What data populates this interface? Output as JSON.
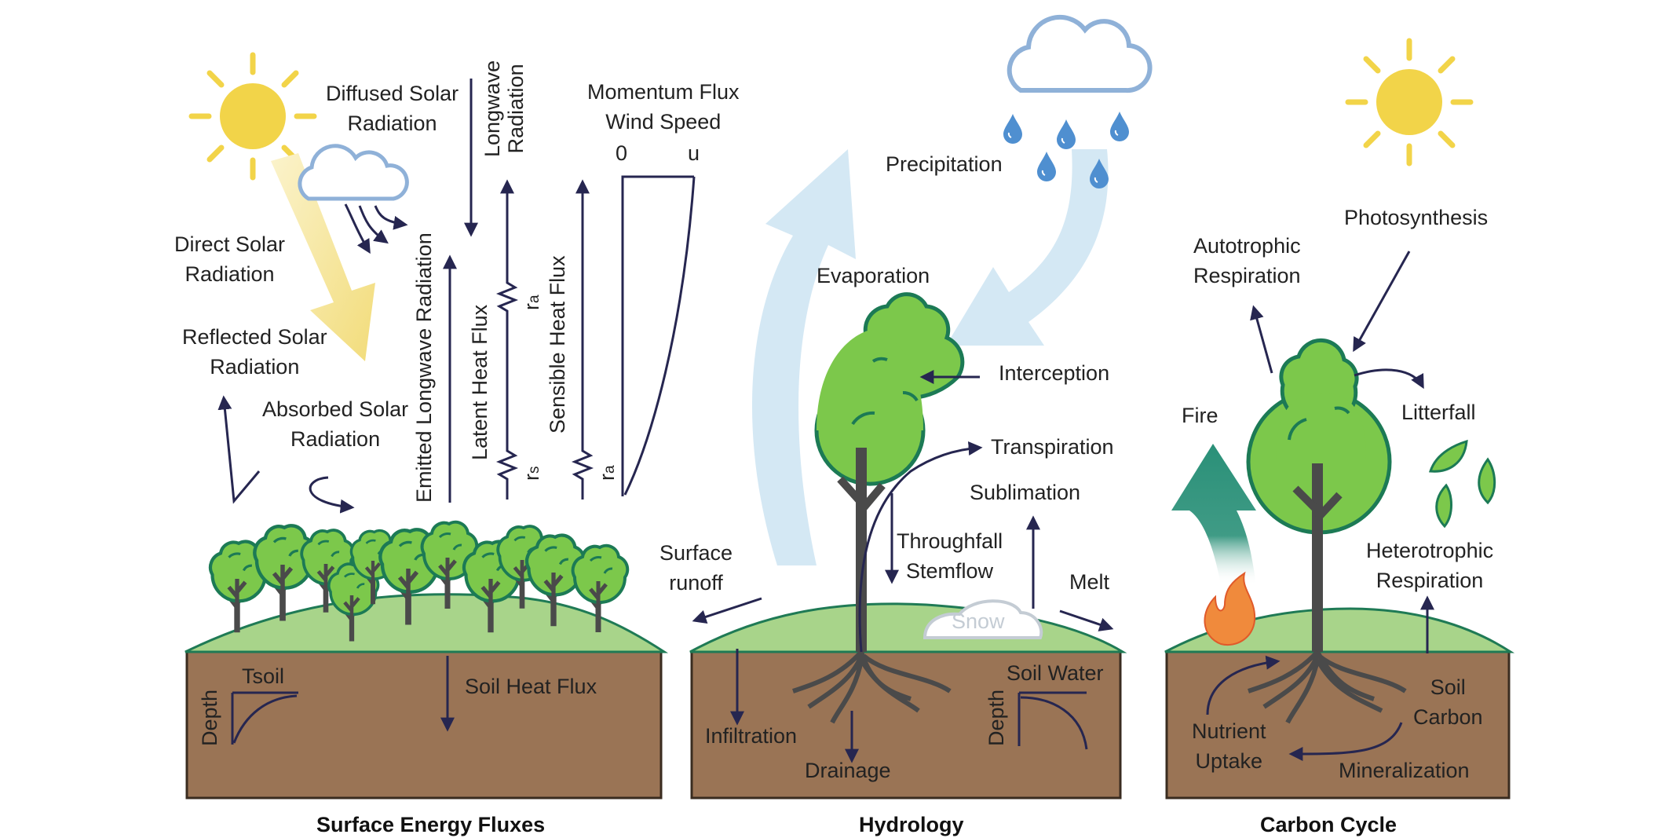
{
  "colors": {
    "soil": "#9a7455",
    "soil_border": "#3a2c20",
    "grass": "#a8d48a",
    "grass_border": "#1f7a55",
    "tree_fill": "#7cc84b",
    "tree_outline": "#1c7a55",
    "trunk": "#4a4a4a",
    "arrow": "#262650",
    "sun": "#f2d449",
    "sun_ray": "#f2d449",
    "beam": "#f4e39a",
    "cloud_outline": "#8fb1d8",
    "rain": "#4f8fd0",
    "water_arrow": "#cfe6f3",
    "fire_arrow": "#2a9078",
    "flame": "#f08a3c"
  },
  "energy": {
    "diffused_solar": [
      "Diffused Solar",
      "Radiation"
    ],
    "direct_solar": [
      "Direct Solar",
      "Radiation"
    ],
    "reflected_solar": [
      "Reflected Solar",
      "Radiation"
    ],
    "absorbed_solar": [
      "Absorbed Solar",
      "Radiation"
    ],
    "longwave": [
      "Longwave",
      "Radiation"
    ],
    "emitted_longwave": "Emitted Longwave Radiation",
    "latent_heat": "Latent Heat Flux",
    "sensible_heat": "Sensible Heat Flux",
    "momentum": [
      "Momentum Flux",
      "Wind Speed"
    ],
    "wind_zero": "0",
    "wind_u": "u",
    "r_main": "r",
    "r_sub_a": "a",
    "r_sub_s": "s",
    "tsoil": "Tsoil",
    "depth": "Depth",
    "soil_heat_flux": "Soil Heat Flux",
    "caption": "Surface Energy Fluxes"
  },
  "hydrology": {
    "precipitation": "Precipitation",
    "evaporation": "Evaporation",
    "interception": "Interception",
    "transpiration": "Transpiration",
    "sublimation": "Sublimation",
    "throughfall": [
      "Throughfall",
      "Stemflow"
    ],
    "surface_runoff": [
      "Surface",
      "runoff"
    ],
    "melt": "Melt",
    "snow": "Snow",
    "soil_water": "Soil Water",
    "depth": "Depth",
    "infiltration": "Infiltration",
    "drainage": "Drainage",
    "caption": "Hydrology"
  },
  "carbon": {
    "photosynthesis": "Photosynthesis",
    "autotrophic": [
      "Autotrophic",
      "Respiration"
    ],
    "fire": "Fire",
    "litterfall": "Litterfall",
    "heterotrophic": [
      "Heterotrophic",
      "Respiration"
    ],
    "soil_carbon": [
      "Soil",
      "Carbon"
    ],
    "nutrient_uptake": [
      "Nutrient",
      "Uptake"
    ],
    "mineralization": "Mineralization",
    "caption": "Carbon Cycle"
  }
}
